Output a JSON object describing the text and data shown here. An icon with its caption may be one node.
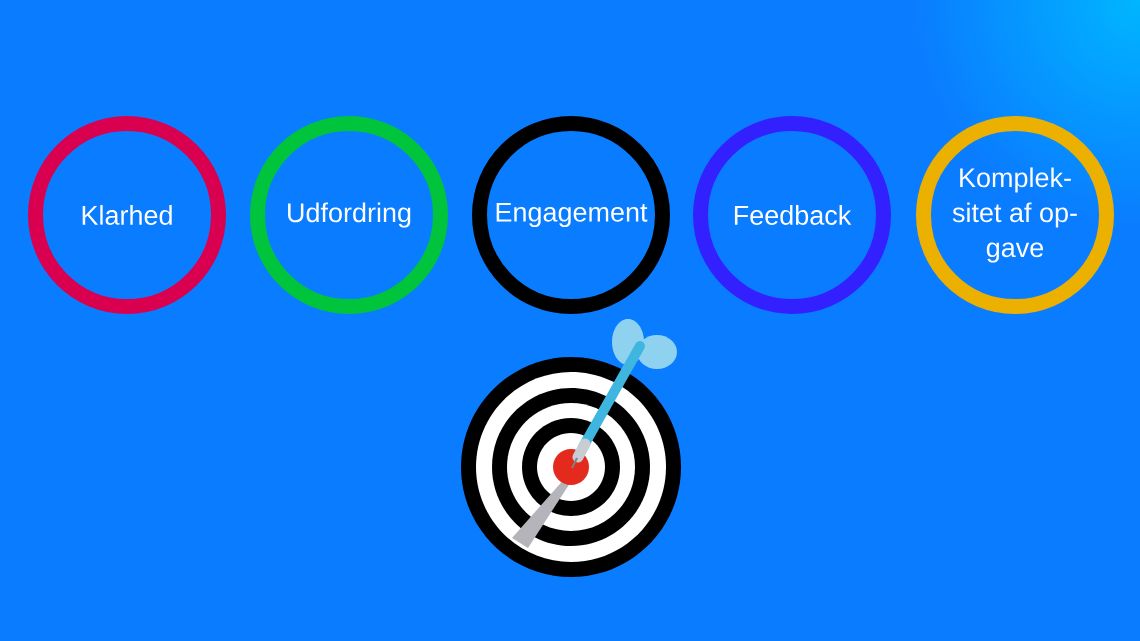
{
  "diagram": {
    "nodes": [
      {
        "text": [
          "Klarhed"
        ]
      },
      {
        "text": [
          "Udfordring"
        ]
      },
      {
        "text": [
          "Engagement"
        ]
      },
      {
        "text": [
          "Feedback"
        ]
      },
      {
        "text": [
          "Komplek- sitet af op- gave"
        ]
      }
    ]
  }
}
